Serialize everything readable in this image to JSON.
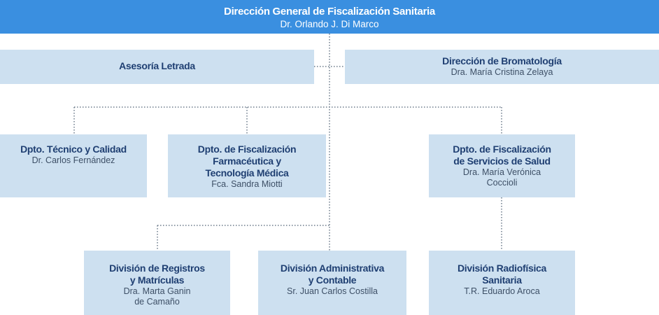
{
  "director": {
    "title": "Dirección General de Fiscalización Sanitaria",
    "name": "Dr. Orlando J. Di Marco"
  },
  "staff": [
    {
      "id": "asesoria",
      "title": "Asesoría Letrada",
      "name": ""
    },
    {
      "id": "bromatologia",
      "title": "Dirección de Bromatología",
      "name": "Dra. María Cristina Zelaya"
    }
  ],
  "departments": [
    {
      "id": "tecnico",
      "title": "Dpto. Técnico y Calidad",
      "name": "Dr. Carlos Fernández"
    },
    {
      "id": "farmaceutica",
      "title": "Dpto. de Fiscalización\nFarmacéutica y\nTecnología Médica",
      "name": "Fca. Sandra Miotti"
    },
    {
      "id": "servicios",
      "title": "Dpto. de Fiscalización\nde Servicios de Salud",
      "name": "Dra. María Verónica\nCoccioli"
    }
  ],
  "divisions": [
    {
      "id": "registros",
      "title": "División de Registros\ny Matrículas",
      "name": "Dra. Marta Ganin\nde Camaño"
    },
    {
      "id": "administrativa",
      "title": "División Administrativa\ny Contable",
      "name": "Sr. Juan Carlos  Costilla"
    },
    {
      "id": "radiofisica",
      "title": "División Radiofísica\nSanitaria",
      "name": "T.R. Eduardo Aroca"
    }
  ]
}
